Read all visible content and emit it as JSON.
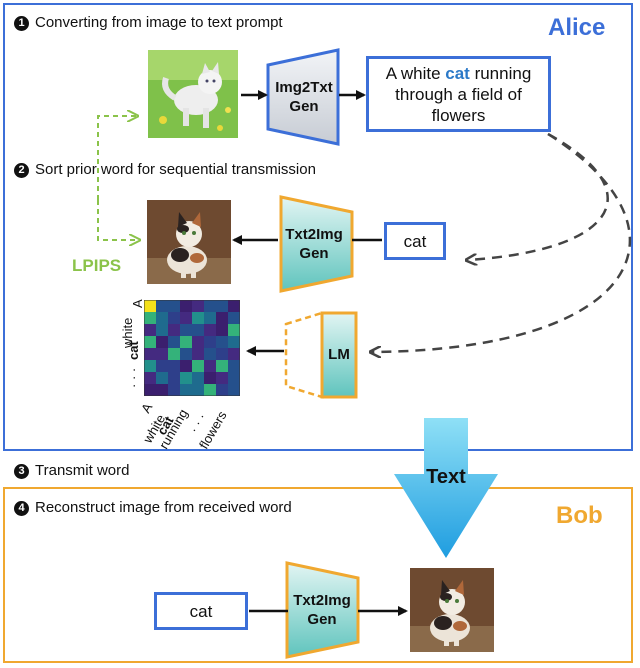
{
  "steps": {
    "s1": {
      "num": "1",
      "text": "Converting from image to text prompt"
    },
    "s2": {
      "num": "2",
      "text": "Sort prior word for sequential transmission"
    },
    "s3": {
      "num": "3",
      "text": "Transmit word"
    },
    "s4": {
      "num": "4",
      "text": "Reconstruct image from received word"
    }
  },
  "alice": {
    "label": "Alice",
    "color": "#3c6fd8"
  },
  "bob": {
    "label": "Bob",
    "color": "#f0a830"
  },
  "img2txt": {
    "line1": "Img2Txt",
    "line2": "Gen"
  },
  "txt2img": {
    "line1": "Txt2Img",
    "line2": "Gen"
  },
  "lm": {
    "label": "LM"
  },
  "prompt": {
    "pre": "A white ",
    "hl": "cat",
    "post": " running through a field of flowers"
  },
  "word": "cat",
  "lpips": "LPIPS",
  "transmit": "Text",
  "matrix": {
    "row_labels": {
      "a": "A",
      "b": "white",
      "c": "cat",
      "dots": "· · ·"
    },
    "col_labels": {
      "a": "A",
      "b": "white",
      "c": "cat",
      "d": "running",
      "dots": "· · ·",
      "e": "flowers"
    }
  }
}
